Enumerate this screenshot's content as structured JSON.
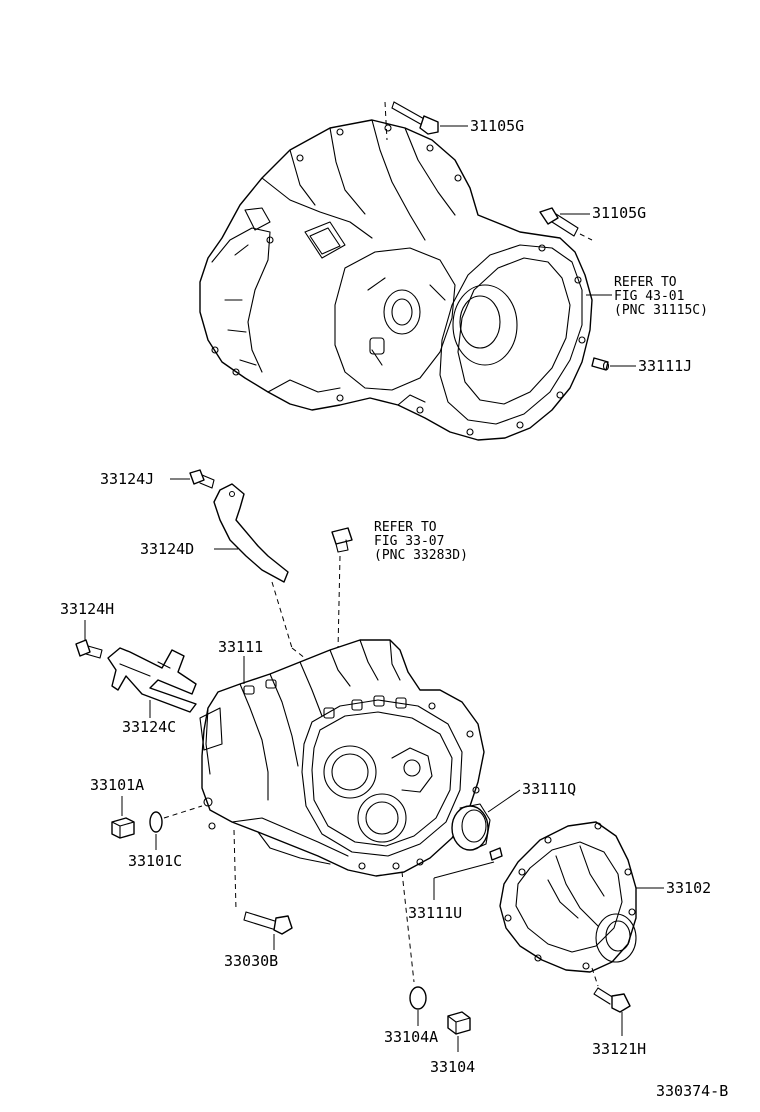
{
  "diagram": {
    "figure_code": "330374-B",
    "labels": {
      "bolt_top": "31105G",
      "bolt_right": "31105G",
      "refer_bellhousing": [
        "REFER TO",
        "FIG 43-01",
        "(PNC 31115C)"
      ],
      "pin_33111J": "33111J",
      "bolt_33124J": "33124J",
      "plate_33124D": "33124D",
      "refer_breather": [
        "REFER TO",
        "FIG 33-07",
        "(PNC 33283D)"
      ],
      "bolt_33124H": "33124H",
      "case_33111": "33111",
      "bracket_33124C": "33124C",
      "plug_33101A": "33101A",
      "gasket_33101C": "33101C",
      "seal_33111Q": "33111Q",
      "cover_33102": "33102",
      "pin_33111U": "33111U",
      "bolt_33030B": "33030B",
      "gasket_33104A": "33104A",
      "plug_33104": "33104",
      "bolt_33121H": "33121H"
    }
  }
}
